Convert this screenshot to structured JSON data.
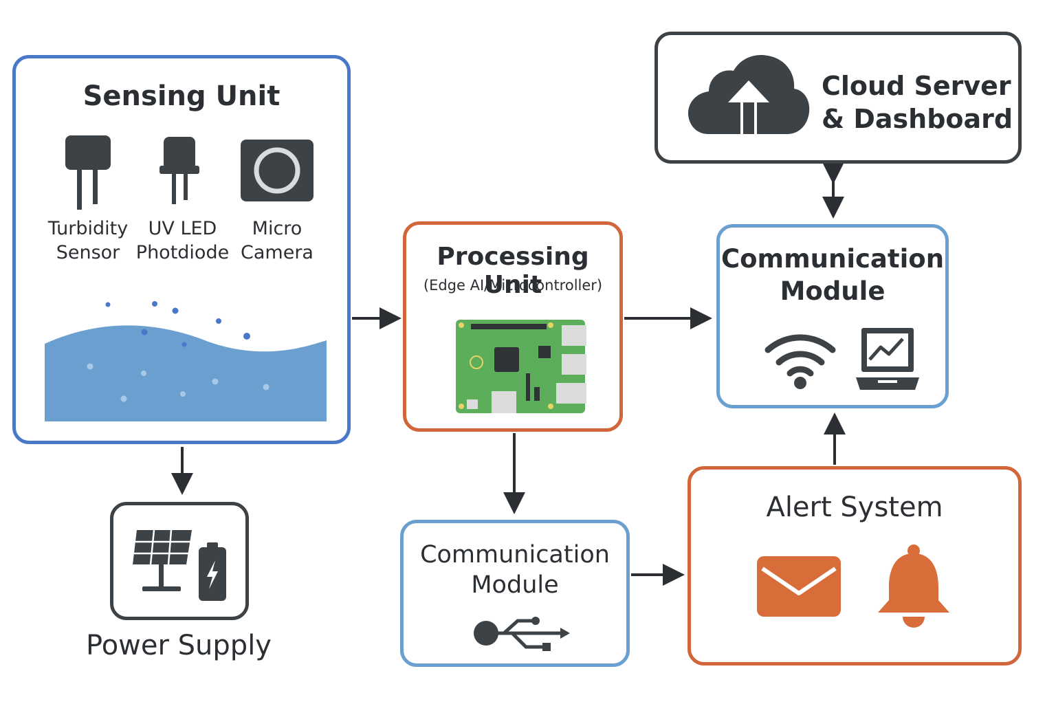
{
  "sensing": {
    "title": "Sensing Unit",
    "sensors": [
      {
        "line1": "Turbidity",
        "line2": "Sensor",
        "icon": "turbidity-sensor-icon"
      },
      {
        "line1": "UV LED",
        "line2": "Photdiode",
        "icon": "uv-photodiode-icon"
      },
      {
        "line1": "Micro",
        "line2": "Camera",
        "icon": "camera-icon"
      }
    ],
    "water_color": "#6a9fcf"
  },
  "power": {
    "label": "Power Supply",
    "icons": [
      "solar-panel-icon",
      "battery-icon"
    ]
  },
  "processing": {
    "title": "Processing Unit",
    "subtitle": "(Edge AI/Microcontroller)",
    "icon": "circuit-board-icon"
  },
  "comm_bottom": {
    "line1": "Communication",
    "line2": "Module",
    "icon": "usb-icon"
  },
  "comm_right": {
    "line1": "Communication",
    "line2": "Module",
    "icons": [
      "wifi-icon",
      "laptop-chart-icon"
    ]
  },
  "cloud": {
    "line1": "Cloud Server",
    "line2": "& Dashboard",
    "icon": "cloud-upload-icon"
  },
  "alert": {
    "title": "Alert System",
    "icons": [
      "mail-icon",
      "bell-icon"
    ]
  },
  "colors": {
    "blue": "#4a78c9",
    "light_blue": "#6a9fcf",
    "orange": "#d1663a",
    "dark": "#3d4246",
    "accent_orange": "#d96d3a"
  }
}
